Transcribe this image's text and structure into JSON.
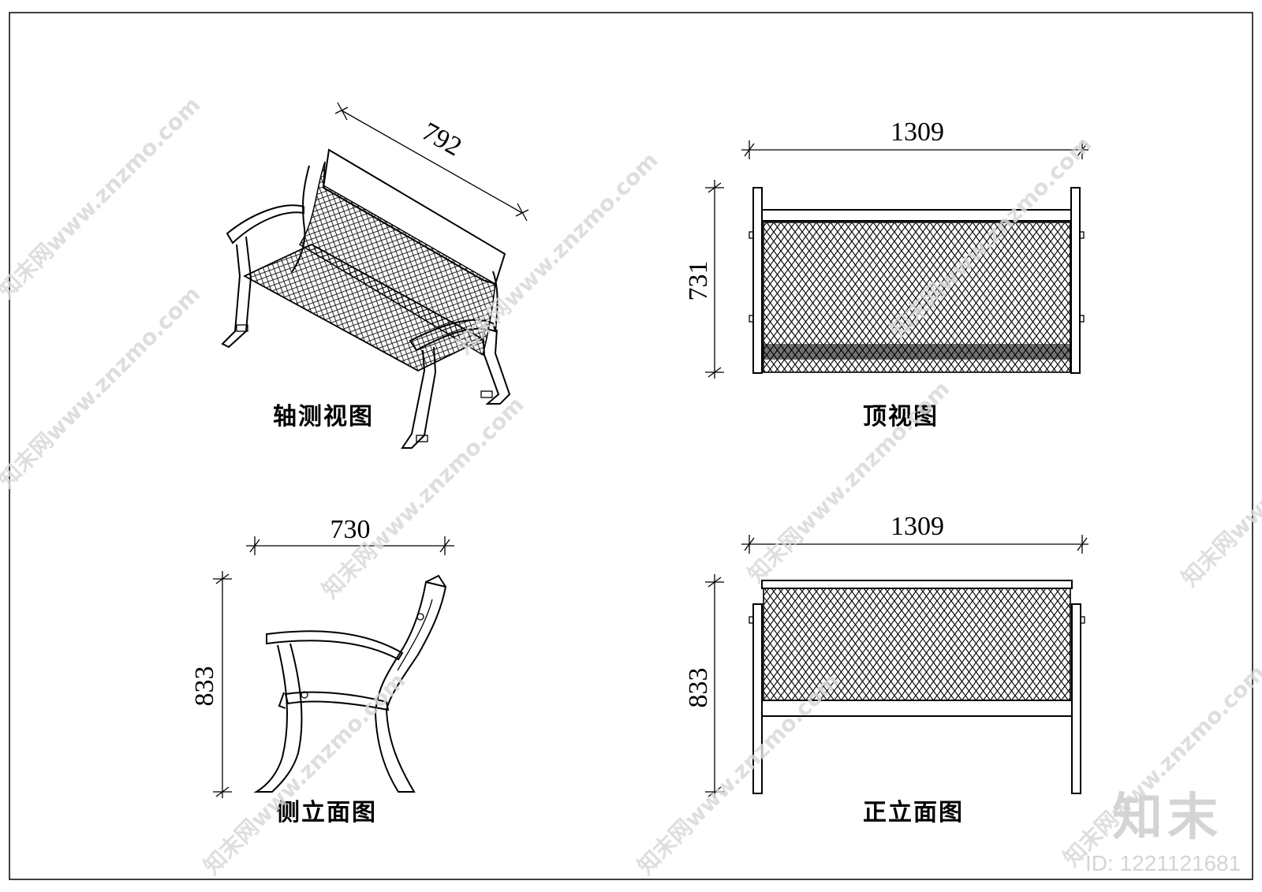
{
  "views": {
    "isometric": {
      "caption": "轴测视图",
      "dim_width": "792"
    },
    "top": {
      "caption": "顶视图",
      "dim_width": "1309",
      "dim_depth": "731"
    },
    "side": {
      "caption": "侧立面图",
      "dim_width": "730",
      "dim_height": "833"
    },
    "front": {
      "caption": "正立面图",
      "dim_width": "1309",
      "dim_height": "833"
    }
  },
  "watermark": {
    "site": "知末网www.znzmo.com",
    "logo": "知末",
    "id": "ID: 1221121681"
  },
  "colors": {
    "line": "#000000",
    "watermark": "#d9d9d9",
    "background": "#ffffff"
  }
}
